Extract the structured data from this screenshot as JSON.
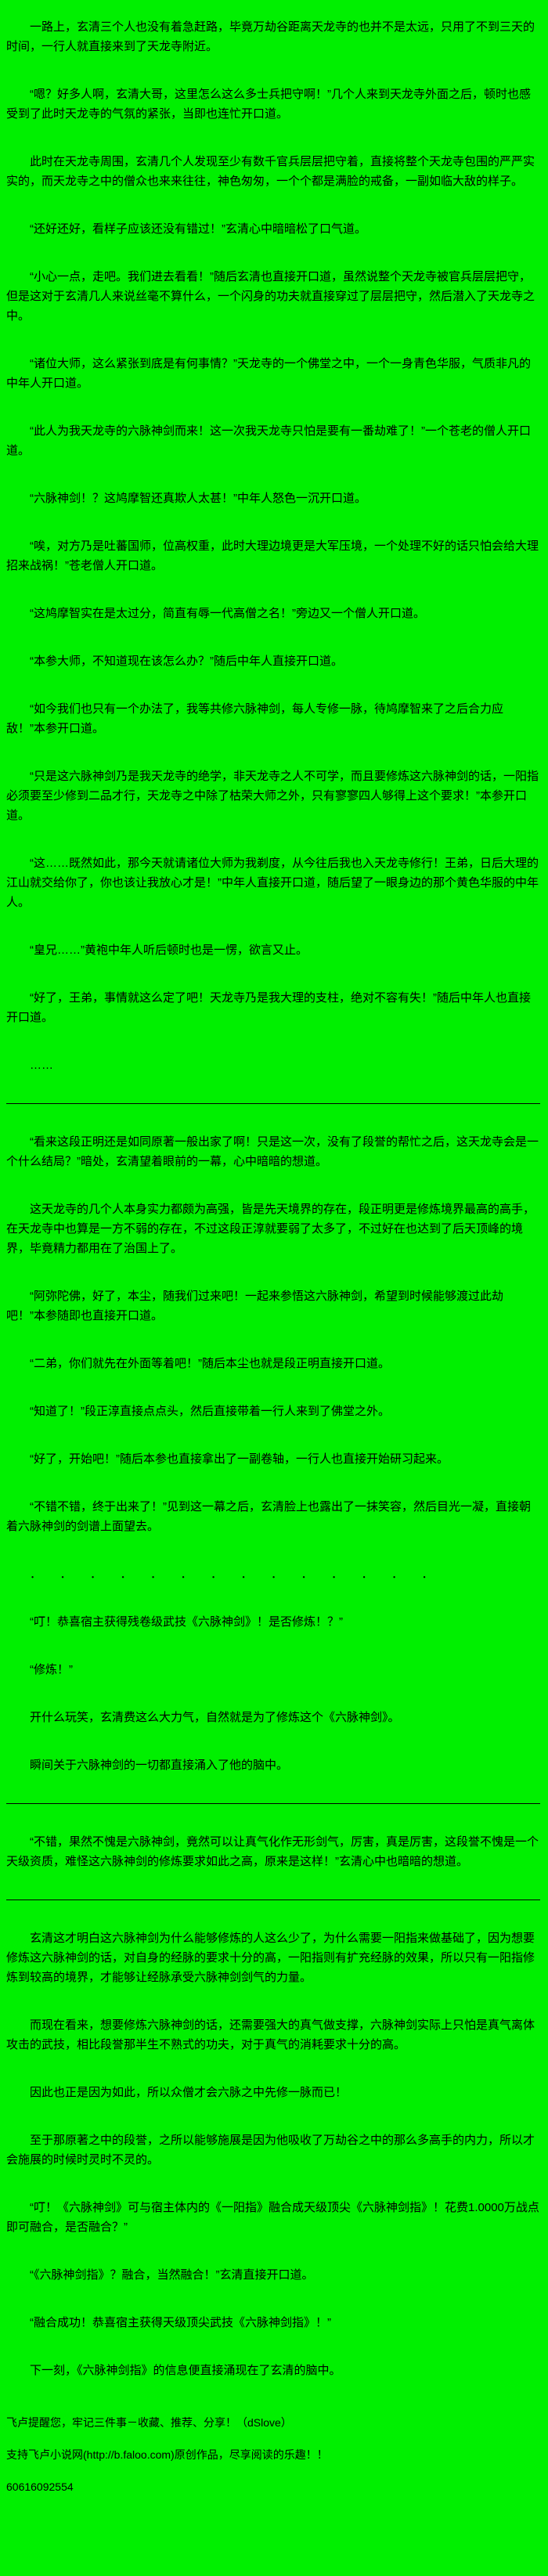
{
  "page": {
    "background_color": "#00f000",
    "text_color": "#000000"
  },
  "novel": {
    "blocks": [
      {
        "type": "normal",
        "text": "一路上，玄清三个人也没有着急赶路，毕竟万劫谷距离天龙寺的也并不是太远，只用了不到三天的时间，一行人就直接来到了天龙寺附近。"
      },
      {
        "type": "normal",
        "text": "“嗯？好多人啊，玄清大哥，这里怎么这么多士兵把守啊！”几个人来到天龙寺外面之后，顿时也感受到了此时天龙寺的气氛的紧张，当即也连忙开口道。"
      },
      {
        "type": "normal",
        "text": "此时在天龙寺周围，玄清几个人发现至少有数千官兵层层把守着，直接将整个天龙寺包围的严严实实的，而天龙寺之中的僧众也来来往往，神色匆匆，一个个都是满脸的戒备，一副如临大敌的样子。"
      },
      {
        "type": "normal",
        "text": "“还好还好，看样子应该还没有错过！”玄清心中暗暗松了口气道。"
      },
      {
        "type": "normal",
        "text": "“小心一点，走吧。我们进去看看！”随后玄清也直接开口道，虽然说整个天龙寺被官兵层层把守，但是这对于玄清几人来说丝毫不算什么，一个闪身的功夫就直接穿过了层层把守，然后潜入了天龙寺之中。"
      },
      {
        "type": "normal",
        "text": "“诸位大师，这么紧张到底是有何事情？”天龙寺的一个佛堂之中，一个一身青色华服，气质非凡的中年人开口道。"
      },
      {
        "type": "normal",
        "text": "“此人为我天龙寺的六脉神剑而来！这一次我天龙寺只怕是要有一番劫难了！”一个苍老的僧人开口道。"
      },
      {
        "type": "normal",
        "text": "“六脉神剑！？这鸠摩智还真欺人太甚！”中年人怒色一沉开口道。"
      },
      {
        "type": "normal",
        "text": "“唉，对方乃是吐蕃国师，位高权重，此时大理边境更是大军压境，一个处理不好的话只怕会给大理招来战祸！”苍老僧人开口道。"
      },
      {
        "type": "normal",
        "text": "“这鸠摩智实在是太过分，简直有辱一代高僧之名！”旁边又一个僧人开口道。"
      },
      {
        "type": "normal",
        "text": "“本参大师，不知道现在该怎么办？”随后中年人直接开口道。"
      },
      {
        "type": "normal",
        "text": "“如今我们也只有一个办法了，我等共修六脉神剑，每人专修一脉，待鸠摩智来了之后合力应敌！”本参开口道。"
      },
      {
        "type": "normal",
        "text": "“只是这六脉神剑乃是我天龙寺的绝学，非天龙寺之人不可学，而且要修炼这六脉神剑的话，一阳指必须要至少修到二品才行，天龙寺之中除了枯荣大师之外，只有寥寥四人够得上这个要求！”本参开口道。"
      },
      {
        "type": "normal",
        "text": "“这……既然如此，那今天就请诸位大师为我剃度，从今往后我也入天龙寺修行！王弟，日后大理的江山就交给你了，你也该让我放心才是！”中年人直接开口道，随后望了一眼身边的那个黄色华服的中年人。"
      },
      {
        "type": "normal",
        "text": "“皇兄……”黄袍中年人听后顿时也是一愣，欲言又止。"
      },
      {
        "type": "normal",
        "text": "“好了，王弟，事情就这么定了吧！天龙寺乃是我大理的支柱，绝对不容有失！”随后中年人也直接开口道。"
      },
      {
        "type": "normal",
        "text": "……"
      },
      {
        "type": "divider"
      },
      {
        "type": "normal",
        "text": "“看来这段正明还是如同原著一般出家了啊！只是这一次，没有了段誉的帮忙之后，这天龙寺会是一个什么结局？”暗处，玄清望着眼前的一幕，心中暗暗的想道。"
      },
      {
        "type": "normal",
        "text": "这天龙寺的几个人本身实力都颇为高强，皆是先天境界的存在，段正明更是修炼境界最高的高手，在天龙寺中也算是一方不弱的存在，不过这段正淳就要弱了太多了，不过好在也达到了后天顶峰的境界，毕竟精力都用在了治国上了。"
      },
      {
        "type": "normal",
        "text": "“阿弥陀佛，好了，本尘，随我们过来吧！一起来参悟这六脉神剑，希望到时候能够渡过此劫吧！”本参随即也直接开口道。"
      },
      {
        "type": "normal",
        "text": "“二弟，你们就先在外面等着吧！”随后本尘也就是段正明直接开口道。"
      },
      {
        "type": "normal",
        "text": "“知道了！”段正淳直接点点头，然后直接带着一行人来到了佛堂之外。"
      },
      {
        "type": "normal",
        "text": "“好了，开始吧！”随后本参也直接拿出了一副卷轴，一行人也直接开始研习起来。"
      },
      {
        "type": "normal",
        "text": "“不错不错，终于出来了！”见到这一幕之后，玄清脸上也露出了一抹笑容，然后目光一凝，直接朝着六脉神剑的剑谱上面望去。"
      },
      {
        "type": "dots",
        "text": "．　．　．　．　．　．　．　．　．　．　．　．　．　．"
      },
      {
        "type": "normal",
        "text": "“叮！恭喜宿主获得残卷级武技《六脉神剑》！是否修炼！？”"
      },
      {
        "type": "normal",
        "text": "“修炼！”"
      },
      {
        "type": "normal",
        "text": "开什么玩笑，玄清费这么大力气，自然就是为了修炼这个《六脉神剑》。"
      },
      {
        "type": "normal",
        "text": "瞬间关于六脉神剑的一切都直接涌入了他的脑中。"
      },
      {
        "type": "divider"
      },
      {
        "type": "normal",
        "text": "“不错，果然不愧是六脉神剑，竟然可以让真气化作无形剑气，厉害，真是厉害，这段誉不愧是一个天级资质，难怪这六脉神剑的修炼要求如此之高，原来是这样！”玄清心中也暗暗的想道。"
      },
      {
        "type": "divider"
      },
      {
        "type": "normal",
        "text": "玄清这才明白这六脉神剑为什么能够修炼的人这么少了，为什么需要一阳指来做基础了，因为想要修炼这六脉神剑的话，对自身的经脉的要求十分的高，一阳指则有扩充经脉的效果，所以只有一阳指修炼到较高的境界，才能够让经脉承受六脉神剑剑气的力量。"
      },
      {
        "type": "normal",
        "text": "而现在看来，想要修炼六脉神剑的话，还需要强大的真气做支撑，六脉神剑实际上只怕是真气离体攻击的武技，相比段誉那半生不熟式的功夫，对于真气的消耗要求十分的高。"
      },
      {
        "type": "normal",
        "text": "因此也正是因为如此，所以众僧才会六脉之中先修一脉而已！"
      },
      {
        "type": "normal",
        "text": "至于那原著之中的段誉，之所以能够施展是因为他吸收了万劫谷之中的那么多高手的内力，所以才会施展的时候时灵时不灵的。"
      },
      {
        "type": "normal",
        "text": "“叮！《六脉神剑》可与宿主体内的《一阳指》融合成天级顶尖《六脉神剑指》！花费1.0000万战点即可融合，是否融合？”"
      },
      {
        "type": "normal",
        "text": "“《六脉神剑指》？融合，当然融合！”玄清直接开口道。"
      },
      {
        "type": "normal",
        "text": "“融合成功！恭喜宿主获得天级顶尖武技《六脉神剑指》！”"
      },
      {
        "type": "normal",
        "text": "下一刻，《六脉神剑指》的信息便直接涌现在了玄清的脑中。"
      }
    ]
  },
  "footer": {
    "reminder": "飞卢提醒您，牢记三件事－收藏、推荐、分享！（dSlove）",
    "support": "支持飞卢小说网(http://b.faloo.com)原创作品，尽享阅读的乐趣！！",
    "code": "60616092554"
  }
}
